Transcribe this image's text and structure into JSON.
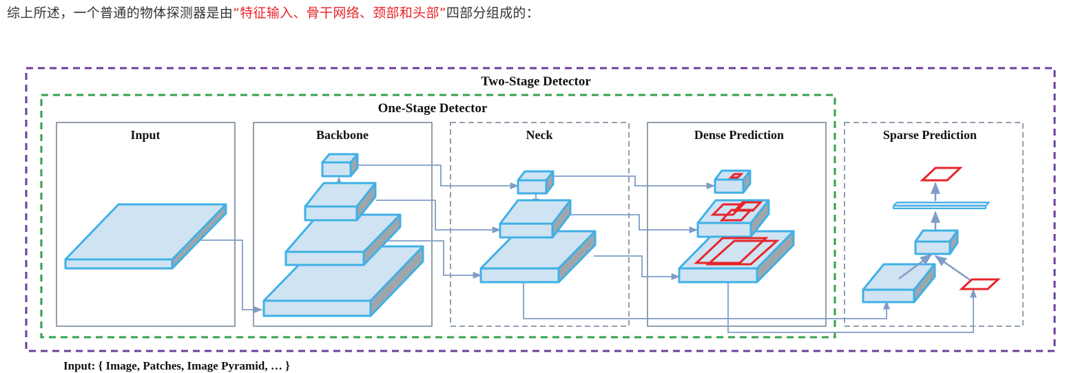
{
  "intro": {
    "before": "综上所述，一个普通的物体探测器是由",
    "highlight": "“特征输入、骨干网络、颈部和头部”",
    "after": "四部分组成的："
  },
  "figure": {
    "two_stage_title": "Two-Stage Detector",
    "one_stage_title": "One-Stage Detector",
    "panels": {
      "input": "Input",
      "backbone": "Backbone",
      "neck": "Neck",
      "dense": "Dense Prediction",
      "sparse": "Sparse Prediction"
    },
    "colors": {
      "two_stage_border": "#6a3d9a",
      "one_stage_border": "#33a04a",
      "block_face": "#cfe3f3",
      "block_edge": "#3fb0e6",
      "block_side": "#9fa6ab",
      "arrow": "#7f9cc6",
      "box_red": "#e8242a"
    }
  },
  "bottom_text": "Input: { Image, Patches, Image Pyramid, … }"
}
